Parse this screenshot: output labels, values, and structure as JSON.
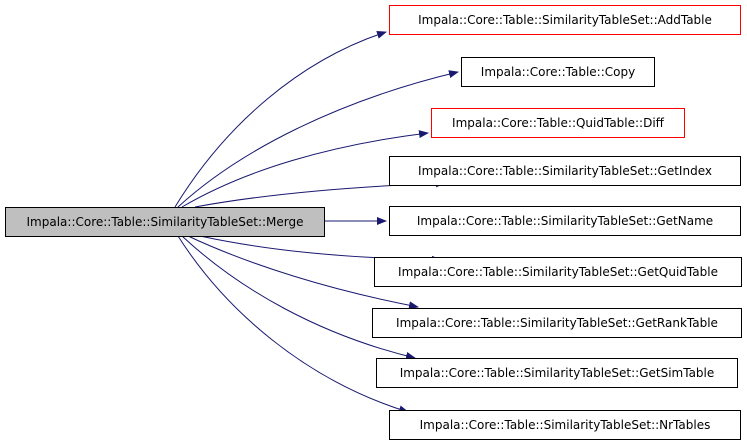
{
  "colors": {
    "edge": "#191970",
    "external_border": "#ff0000",
    "source_fill": "#bfbfbf",
    "node_border": "#000000"
  },
  "source": {
    "label": "Impala::Core::Table::SimilarityTableSet::Merge"
  },
  "targets": [
    {
      "label": "Impala::Core::Table::SimilarityTableSet::AddTable",
      "external": true
    },
    {
      "label": "Impala::Core::Table::Copy",
      "external": false
    },
    {
      "label": "Impala::Core::Table::QuidTable::Diff",
      "external": true
    },
    {
      "label": "Impala::Core::Table::SimilarityTableSet::GetIndex",
      "external": false
    },
    {
      "label": "Impala::Core::Table::SimilarityTableSet::GetName",
      "external": false
    },
    {
      "label": "Impala::Core::Table::SimilarityTableSet::GetQuidTable",
      "external": false
    },
    {
      "label": "Impala::Core::Table::SimilarityTableSet::GetRankTable",
      "external": false
    },
    {
      "label": "Impala::Core::Table::SimilarityTableSet::GetSimTable",
      "external": false
    },
    {
      "label": "Impala::Core::Table::SimilarityTableSet::NrTables",
      "external": false
    }
  ]
}
